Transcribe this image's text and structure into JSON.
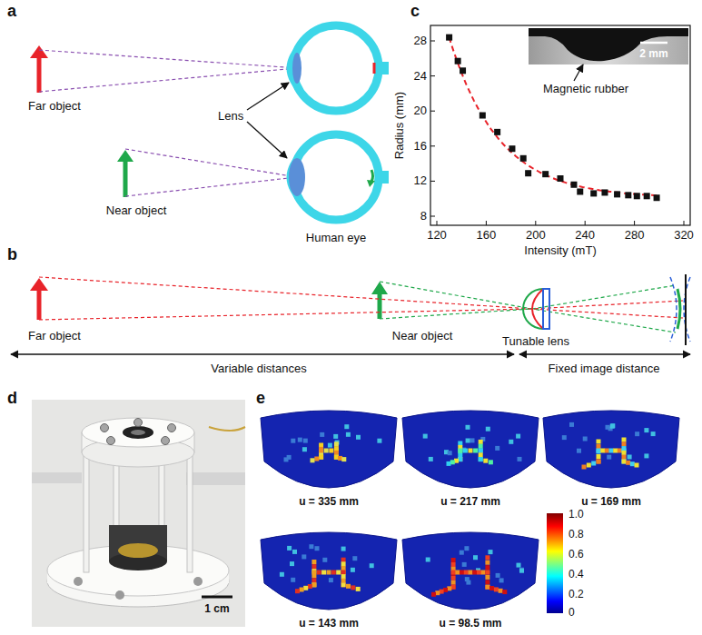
{
  "diagram": {
    "labels": [
      "a",
      "Far object",
      "Lens",
      "Near object",
      "Human eye",
      "c",
      "Radius (mm)",
      "28",
      "24",
      "20",
      "16",
      "12",
      "8",
      "Intensity (mT)",
      "120",
      "160",
      "200",
      "240",
      "280",
      "320",
      "2 mm",
      "Magnetic rubber",
      "b",
      "Far object",
      "Near object",
      "Tunable lens",
      "Variable distances",
      "Fixed image distance",
      "d",
      "1 cm",
      "e",
      "u = 335 mm",
      "u = 217 mm",
      "u = 169 mm",
      "u = 143 mm",
      "u = 98.5 mm",
      "1.0",
      "0.8",
      "0.6",
      "0.4",
      "0.2",
      "0"
    ]
  }
}
